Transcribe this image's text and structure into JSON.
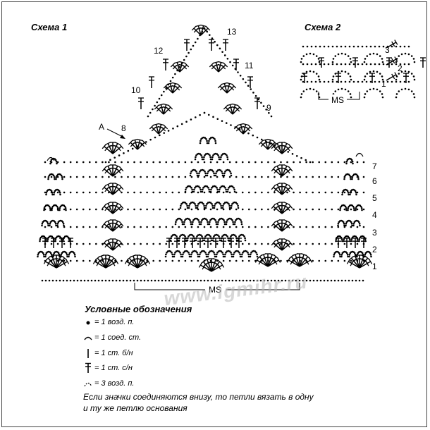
{
  "scheme1": {
    "title": "Схема 1",
    "row_numbers_right": [
      "1",
      "2",
      "3",
      "4",
      "5",
      "6",
      "7"
    ],
    "row_numbers_left": [
      "8",
      "10",
      "12"
    ],
    "row_numbers_top": [
      "9",
      "11",
      "13"
    ],
    "marker": "A",
    "repeat_label": "MS"
  },
  "scheme2": {
    "title": "Схема 2",
    "row_numbers": [
      "1",
      "2",
      "3"
    ],
    "repeat_label": "MS"
  },
  "legend": {
    "title": "Условные обозначения",
    "items": [
      {
        "symbol": "dot-icon",
        "text": "= 1 возд. п."
      },
      {
        "symbol": "arc-icon",
        "text": "= 1 соед. ст."
      },
      {
        "symbol": "bar-icon",
        "text": "= 1 ст. б/н"
      },
      {
        "symbol": "cross-bar-icon",
        "text": "= 1 ст. с/н"
      },
      {
        "symbol": "chain-arc-icon",
        "text": "= 3 возд. п."
      }
    ],
    "note": "Если значки соединяются внизу, то петли вязать в одну и ту же петлю основания"
  },
  "watermark": "www.igmihr.ru"
}
